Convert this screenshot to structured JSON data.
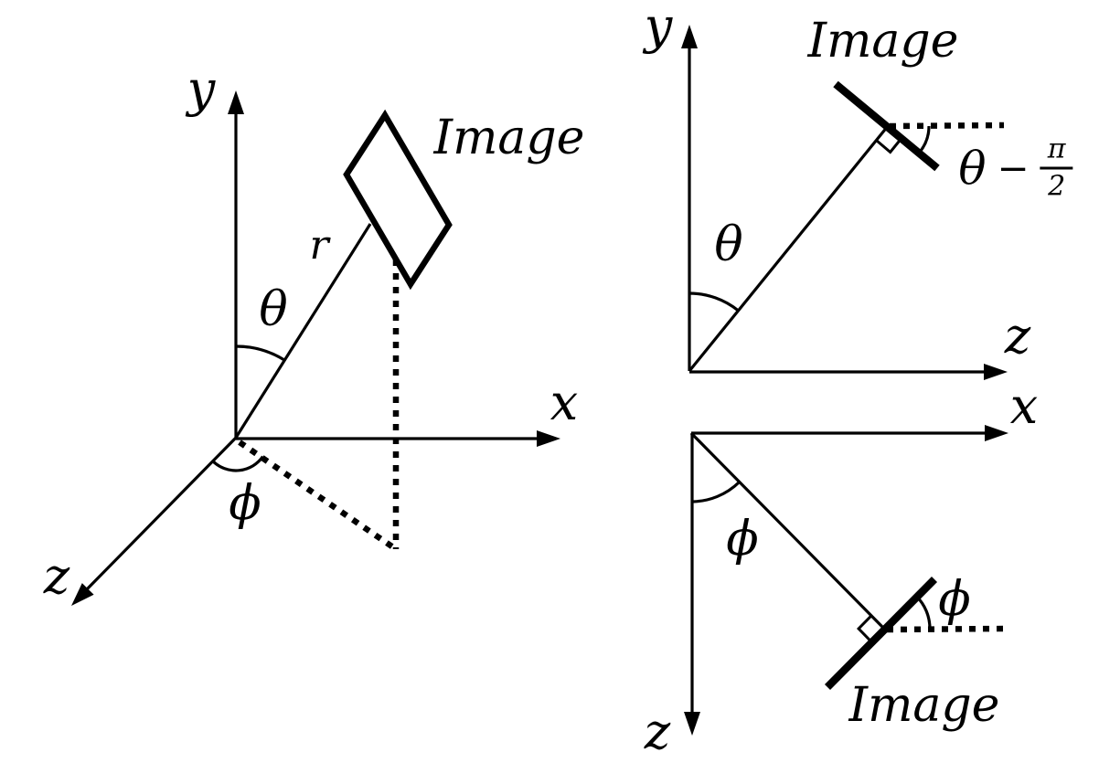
{
  "colors": {
    "ink": "#000000",
    "background": "#ffffff"
  },
  "left": {
    "y_label": "y",
    "x_label": "x",
    "z_label": "z",
    "r_label": "r",
    "theta_label": "θ",
    "phi_label": "ϕ",
    "image_label": "Image"
  },
  "top_right": {
    "y_label": "y",
    "z_label": "z",
    "theta_label": "θ",
    "image_label": "Image",
    "expr": {
      "theta": "θ",
      "minus": "−",
      "num": "π",
      "den": "2"
    }
  },
  "bottom_right": {
    "x_label": "x",
    "z_label": "z",
    "phi_label": "ϕ",
    "tilt_label": "ϕ",
    "image_label": "Image"
  }
}
